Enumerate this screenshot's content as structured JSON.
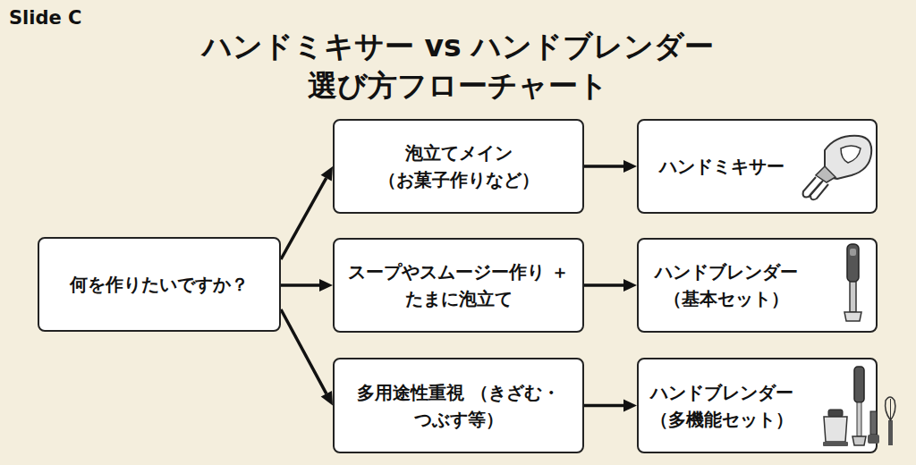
{
  "diagram": {
    "title": "ハンドミキサー vs ハンドブレンダー 選び方フローチャート",
    "nodes": [
      {
        "text": [
          "何を作りたいですか？"
        ]
      },
      {
        "text": [
          "泡立てメイン （お菓子作りなど）"
        ]
      },
      {
        "text": [
          "スープやスムージー作り ＋たまに泡立て"
        ]
      },
      {
        "text": [
          "多用途性重視 （きざむ・つぶす等）"
        ]
      },
      {
        "text": [
          "ハンドミキサー"
        ]
      },
      {
        "text": [
          "ハンドブレンダー （基本セット）"
        ]
      },
      {
        "text": [
          "ハンドブレンダー （多機能セット）"
        ]
      }
    ],
    "edges": [
      {
        "from": 0,
        "to": 1,
        "arrow": "to"
      },
      {
        "from": 0,
        "to": 2,
        "arrow": "to"
      },
      {
        "from": 0,
        "to": 3,
        "arrow": "to"
      },
      {
        "from": 1,
        "to": 4,
        "arrow": "to"
      },
      {
        "from": 2,
        "to": 5,
        "arrow": "to"
      },
      {
        "from": 3,
        "to": 6,
        "arrow": "to"
      }
    ],
    "labels": [
      "Slide C"
    ]
  }
}
